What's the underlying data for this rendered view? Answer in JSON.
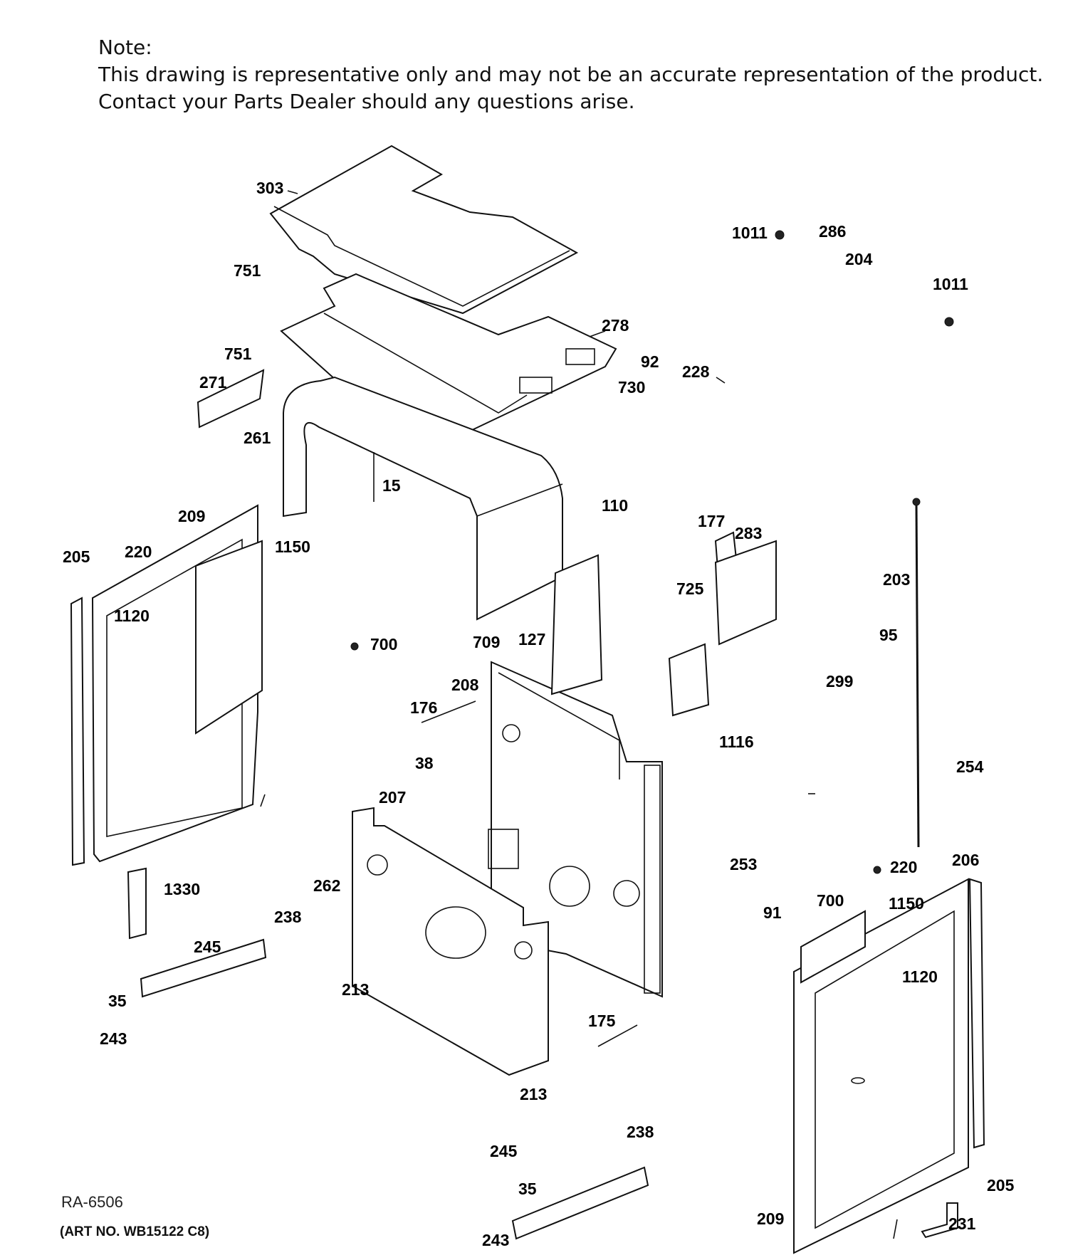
{
  "note": {
    "title": "Note:",
    "line1": "This drawing is representative only and may not be an accurate representation of the product.",
    "line2": "Contact your Parts Dealer should any questions arise."
  },
  "callouts": [
    "303",
    "751",
    "751",
    "271",
    "261",
    "278",
    "92",
    "730",
    "228",
    "1011",
    "286",
    "204",
    "1011",
    "15",
    "209",
    "205",
    "220",
    "1150",
    "1120",
    "700",
    "709",
    "127",
    "208",
    "176",
    "38",
    "207",
    "262",
    "1330",
    "238",
    "245",
    "35",
    "243",
    "213",
    "175",
    "213",
    "245",
    "238",
    "35",
    "243",
    "110",
    "177",
    "283",
    "725",
    "1116",
    "203",
    "95",
    "299",
    "254",
    "253",
    "91",
    "700",
    "1150",
    "220",
    "206",
    "1120",
    "205",
    "209",
    "231"
  ],
  "reference": "RA-6506",
  "art_number": "(ART NO. WB15122 C8)"
}
